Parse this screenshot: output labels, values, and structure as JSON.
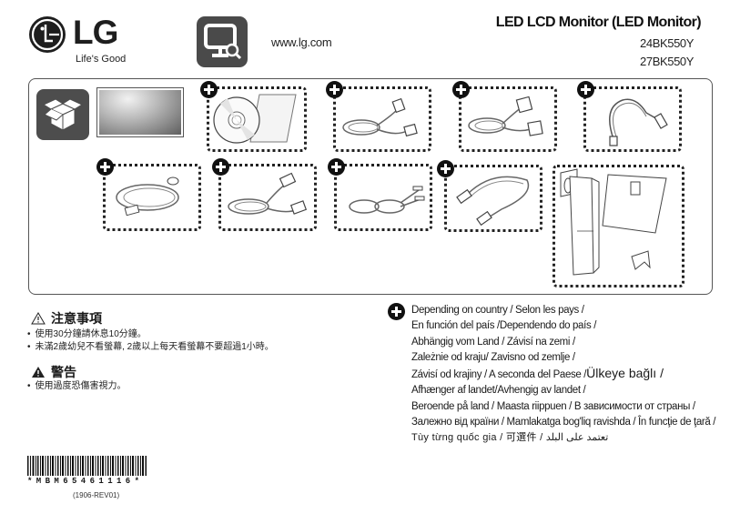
{
  "header": {
    "brand": "LG",
    "tagline": "Life's Good",
    "url": "www.lg.com",
    "title": "LED LCD Monitor (LED Monitor)",
    "models": [
      "24BK550Y",
      "27BK550Y"
    ]
  },
  "components": {
    "items": [
      {
        "name": "packaging-box",
        "optional": false
      },
      {
        "name": "monitor",
        "optional": false
      },
      {
        "name": "cd-manual",
        "optional": true
      },
      {
        "name": "dvi-cable",
        "optional": true
      },
      {
        "name": "d-sub-cable",
        "optional": true
      },
      {
        "name": "usb-cable",
        "optional": true
      },
      {
        "name": "power-cord",
        "optional": true
      },
      {
        "name": "hdmi-cable",
        "optional": true
      },
      {
        "name": "audio-cable",
        "optional": true
      },
      {
        "name": "displayport-cable",
        "optional": true
      },
      {
        "name": "stand-body-base-cable-holder",
        "optional": false
      }
    ]
  },
  "notices": {
    "caution_title": "注意事項",
    "caution_items": [
      "使用30分鐘請休息10分鐘。",
      "未滿2歲幼兒不看螢幕, 2歲以上每天看螢幕不要超過1小時。"
    ],
    "warning_title": "警告",
    "warning_items": [
      "使用過度恐傷害視力。"
    ]
  },
  "country_note": {
    "lines": [
      "Depending on country /  Selon les pays /",
      "En función del país /Dependendo do país /",
      "Abhängig vom Land / Závisí na zemi /",
      "Zależnie od kraju/ Zavisno od zemlje /",
      "Závisí od krajiny /  A seconda del Paese   /",
      "Afhænger af landet/Avhengig av landet /",
      "Beroende på land / Maasta riippuen / В зависимости от страны  /",
      "Залежно від країни / Mamlakatga bog'liq ravishda / În funcţie de ţară  /",
      "Tùy từng quốc gia  /   可選件    /  تعتمد على البلد"
    ],
    "turkish": "Ülkeye bağlı /"
  },
  "footer": {
    "barcode_text": "*MBM65461116*",
    "revision": "(1906-REV01)"
  }
}
